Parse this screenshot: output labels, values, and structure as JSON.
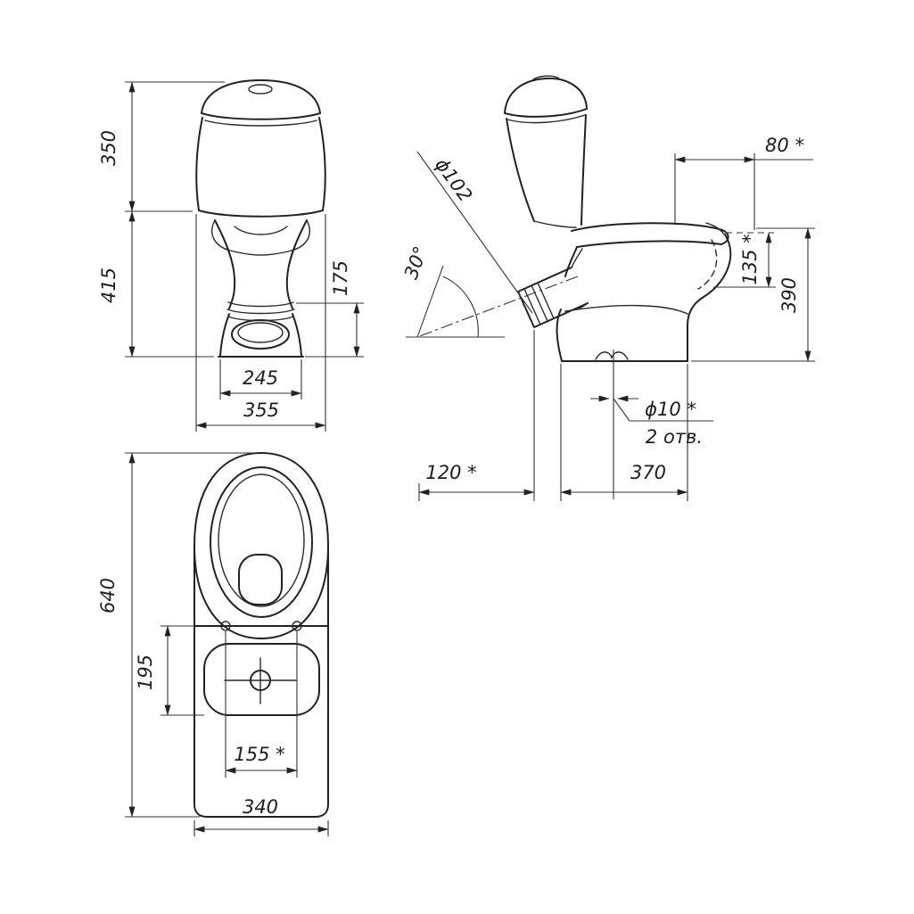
{
  "front": {
    "d350": "350",
    "d415": "415",
    "d175": "175",
    "d245": "245",
    "d355": "355"
  },
  "side": {
    "d80": "80 *",
    "dia102": "ϕ102",
    "angle30": "30°",
    "d135": "135 *",
    "d390": "390",
    "dia10": "ϕ10 *",
    "holes": "2 отв.",
    "d120": "120 *",
    "d370": "370"
  },
  "top": {
    "d640": "640",
    "d195": "195",
    "d155": "155 *",
    "d340": "340"
  },
  "colors": {
    "line": "#222222",
    "dimension": "#333333",
    "background": "#ffffff"
  }
}
